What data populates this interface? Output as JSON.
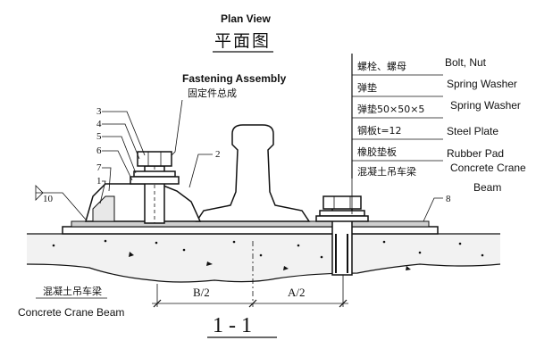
{
  "header": {
    "title_en": "Plan View",
    "title_cn": "平面图"
  },
  "assembly": {
    "label_en": "Fastening Assembly",
    "label_cn": "固定件总成"
  },
  "part_numbers": [
    "3",
    "4",
    "5",
    "6",
    "7",
    "1",
    "10",
    "2",
    "8"
  ],
  "legend": {
    "rows": [
      {
        "cn": "螺栓、螺母",
        "en": "Bolt, Nut"
      },
      {
        "cn": "弹垫",
        "en": "Spring Washer"
      },
      {
        "cn": "弹垫50×50×5",
        "en": "Spring Washer"
      },
      {
        "cn": "钢板t=12",
        "en": "Steel Plate"
      },
      {
        "cn": "橡胶垫板",
        "en": "Rubber Pad"
      },
      {
        "cn": "混凝土吊车梁",
        "en": "Concrete Crane"
      },
      {
        "cn": "",
        "en": "Beam"
      }
    ]
  },
  "beam": {
    "label_cn": "混凝土吊车梁",
    "label_en": "Concrete Crane Beam"
  },
  "dimensions": {
    "left": "B/2",
    "right": "A/2"
  },
  "section": {
    "label": "1 - 1"
  }
}
